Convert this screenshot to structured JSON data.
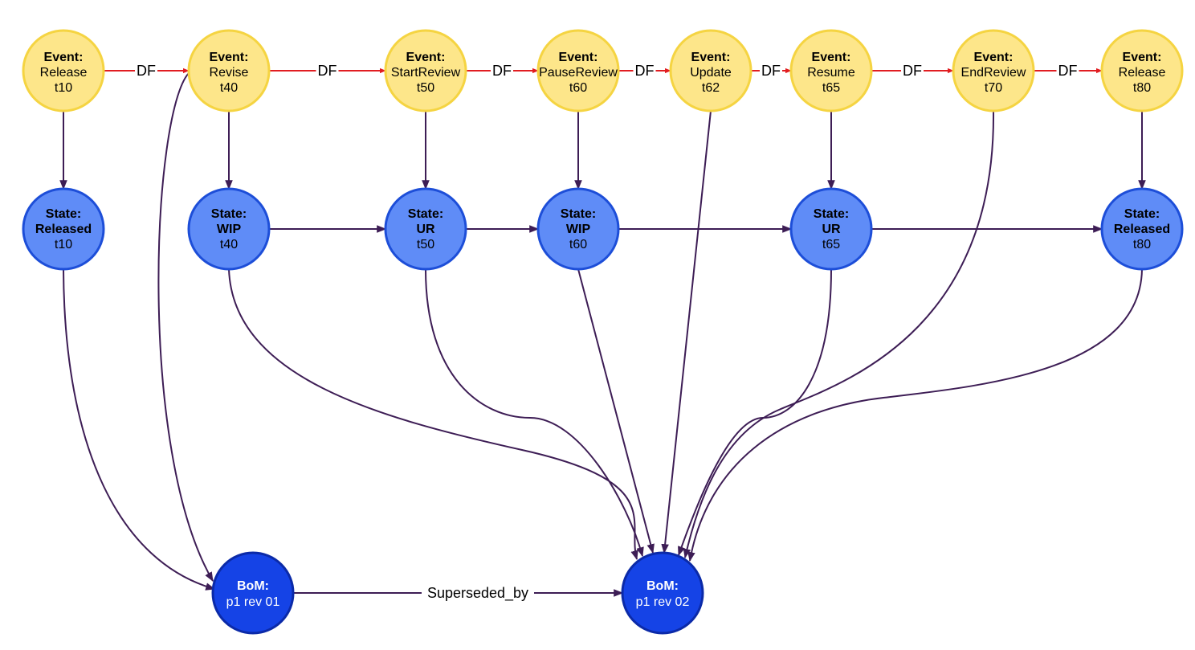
{
  "diagram": {
    "colors": {
      "event_fill": "#fde68a",
      "event_stroke": "#f5d442",
      "state_fill": "#5f8cf7",
      "state_stroke": "#1d4ed8",
      "bom_fill": "#1543e6",
      "bom_stroke": "#0b2aa8",
      "df_edge": "#e11d21",
      "link_edge": "#3d1d55"
    },
    "events": [
      {
        "id": "ev-t10",
        "title": "Event:",
        "activity": "Release",
        "time": "t10"
      },
      {
        "id": "ev-t40",
        "title": "Event:",
        "activity": "Revise",
        "time": "t40"
      },
      {
        "id": "ev-t50",
        "title": "Event:",
        "activity": "StartReview",
        "time": "t50"
      },
      {
        "id": "ev-t60",
        "title": "Event:",
        "activity": "PauseReview",
        "time": "t60"
      },
      {
        "id": "ev-t62",
        "title": "Event:",
        "activity": "Update",
        "time": "t62"
      },
      {
        "id": "ev-t65",
        "title": "Event:",
        "activity": "Resume",
        "time": "t65"
      },
      {
        "id": "ev-t70",
        "title": "Event:",
        "activity": "EndReview",
        "time": "t70"
      },
      {
        "id": "ev-t80",
        "title": "Event:",
        "activity": "Release",
        "time": "t80"
      }
    ],
    "states": [
      {
        "id": "st-t10",
        "title": "State:",
        "value": "Released",
        "time": "t10"
      },
      {
        "id": "st-t40",
        "title": "State:",
        "value": "WIP",
        "time": "t40"
      },
      {
        "id": "st-t50",
        "title": "State:",
        "value": "UR",
        "time": "t50"
      },
      {
        "id": "st-t60",
        "title": "State:",
        "value": "WIP",
        "time": "t60"
      },
      {
        "id": "st-t65",
        "title": "State:",
        "value": "UR",
        "time": "t65"
      },
      {
        "id": "st-t80",
        "title": "State:",
        "value": "Released",
        "time": "t80"
      }
    ],
    "boms": [
      {
        "id": "bom-01",
        "title": "BoM:",
        "value": "p1 rev 01"
      },
      {
        "id": "bom-02",
        "title": "BoM:",
        "value": "p1 rev 02"
      }
    ],
    "df_label": "DF",
    "superseded_label": "Superseded_by"
  }
}
